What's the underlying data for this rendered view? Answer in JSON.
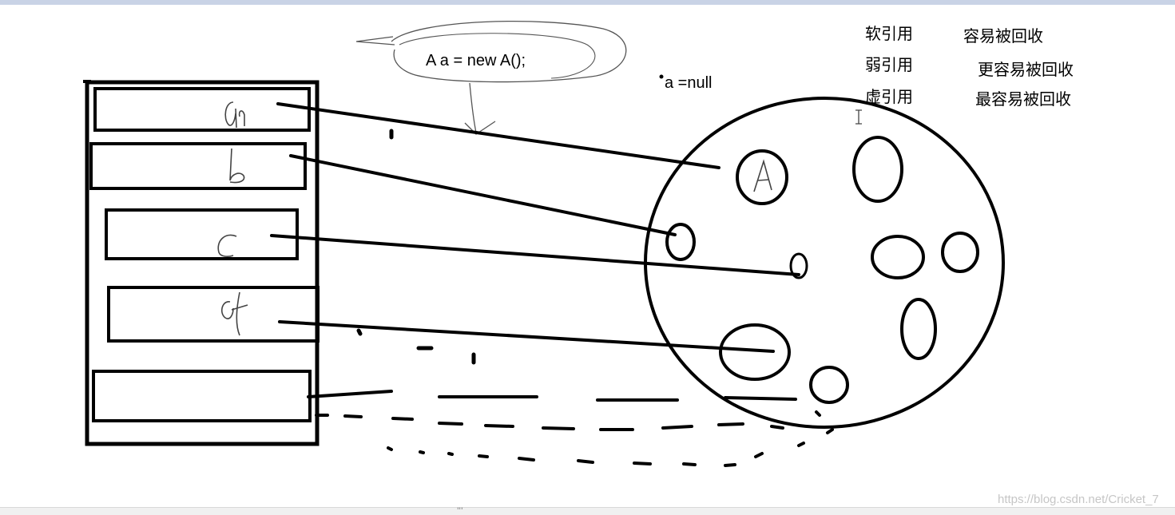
{
  "code_bubble": {
    "text": "A a = new A();"
  },
  "null_note": {
    "text": "a =null"
  },
  "legend": [
    {
      "ref": "软引用",
      "desc": "容易被回收"
    },
    {
      "ref": "弱引用",
      "desc": "更容易被回收"
    },
    {
      "ref": "虚引用",
      "desc": "最容易被回收"
    }
  ],
  "stack_slots": [
    "a",
    "b",
    "c",
    "d",
    ""
  ],
  "heap_label": "A",
  "watermark": "https://blog.csdn.net/Cricket_7",
  "colors": {
    "stroke": "#000000",
    "top_strip": "#c9d3e6",
    "watermark": "#c6c6c6"
  }
}
